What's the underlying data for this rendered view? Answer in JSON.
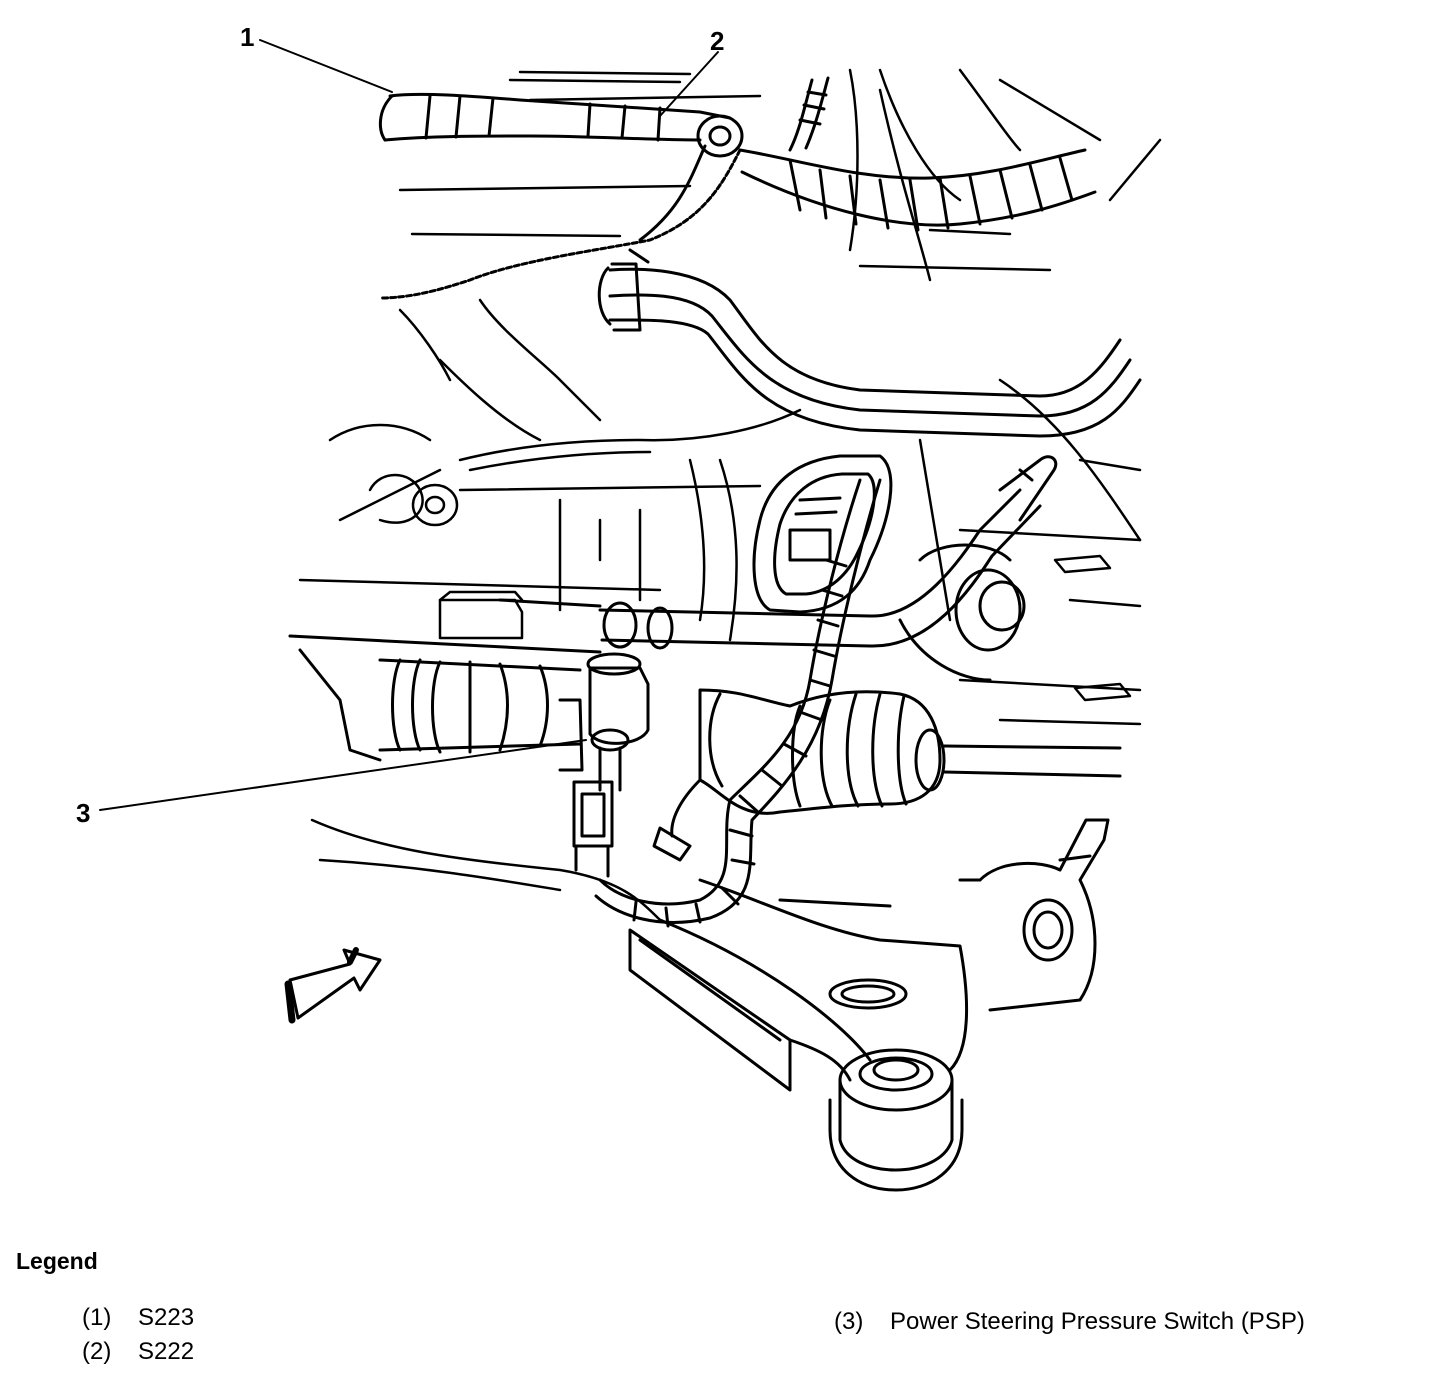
{
  "callouts": [
    {
      "number": "1"
    },
    {
      "number": "2"
    },
    {
      "number": "3"
    }
  ],
  "legend": {
    "title": "Legend",
    "items": [
      {
        "number": "(1)",
        "label": "S223"
      },
      {
        "number": "(2)",
        "label": "S222"
      },
      {
        "number": "(3)",
        "label": "Power Steering Pressure Switch (PSP)"
      }
    ]
  },
  "colors": {
    "ink": "#000000",
    "paper": "#ffffff"
  }
}
